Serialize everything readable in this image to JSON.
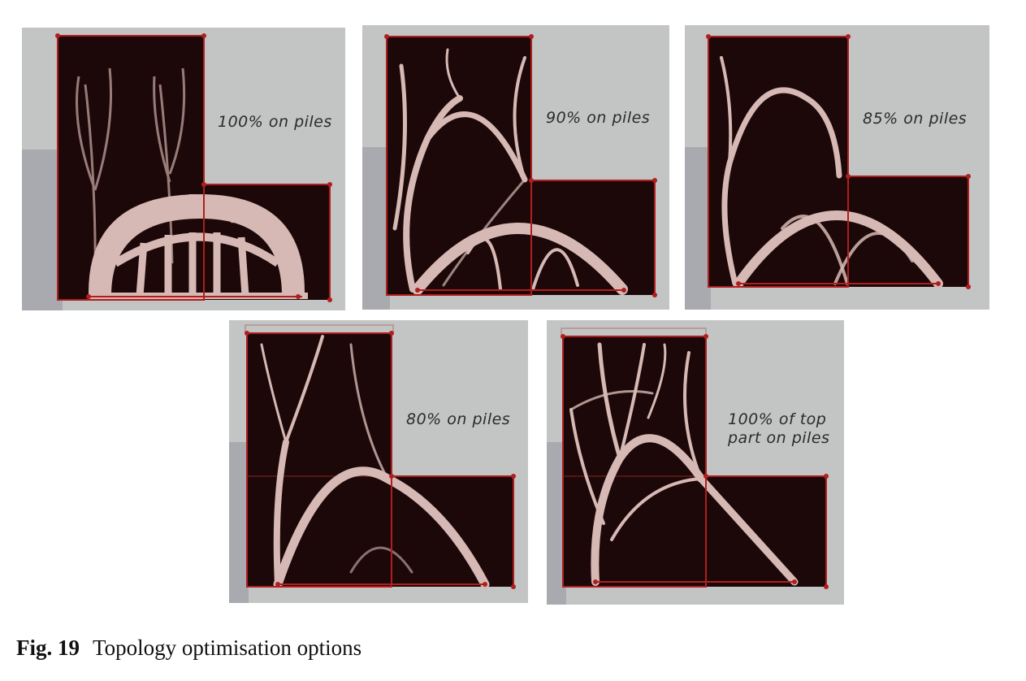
{
  "figure": {
    "number": "Fig. 19",
    "title": "Topology optimisation options"
  },
  "panels": [
    {
      "label": "100% on piles"
    },
    {
      "label": "90% on piles"
    },
    {
      "label": "85% on piles"
    },
    {
      "label": "80% on piles"
    },
    {
      "label": "100% of top part on piles"
    }
  ],
  "colors": {
    "domain": "#1c0808",
    "material": "#d6b9b4",
    "background": "#c3c4c4",
    "support_marker": "#b01e1e"
  }
}
